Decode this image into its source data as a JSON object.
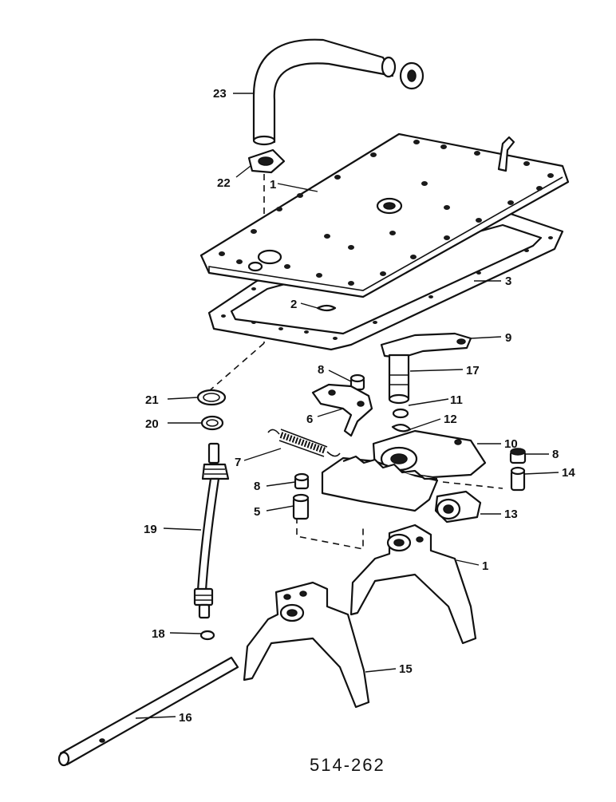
{
  "labels": {
    "l1_cover": "1",
    "l2": "2",
    "l3": "3",
    "l23": "23",
    "l22": "22",
    "l9": "9",
    "l8_top": "8",
    "l17": "17",
    "l11": "11",
    "l12": "12",
    "l6": "6",
    "l21": "21",
    "l20": "20",
    "l7": "7",
    "l10": "10",
    "l8_right": "8",
    "l14_right": "14",
    "l8_mid": "8",
    "l5": "5",
    "l13": "13",
    "l19": "19",
    "l1_fork": "1",
    "l18": "18",
    "l15": "15",
    "l16": "16"
  },
  "drawing_code": "514-262"
}
